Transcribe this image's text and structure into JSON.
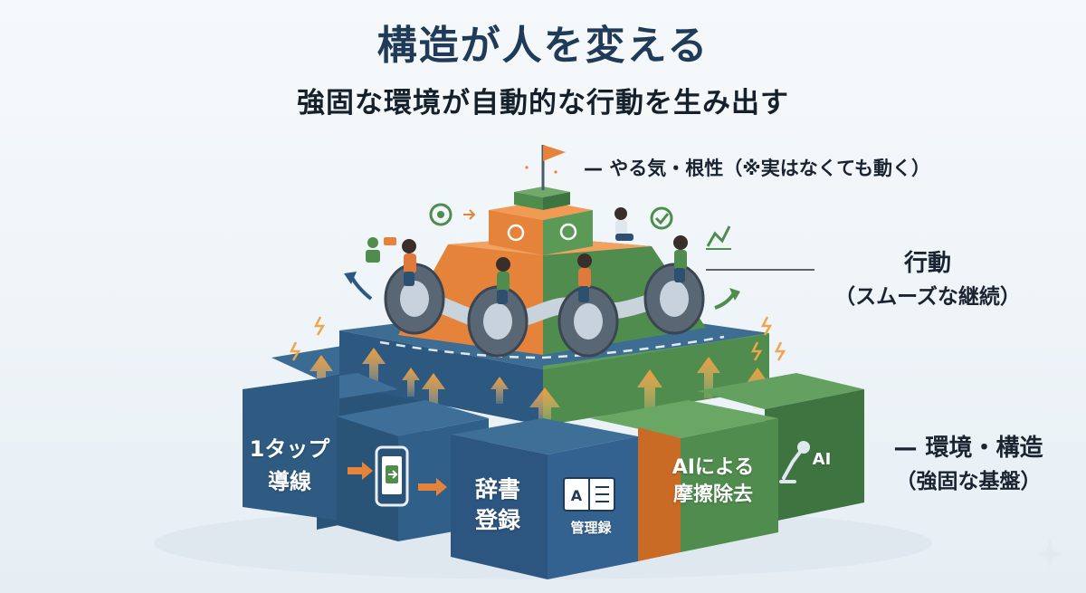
{
  "header": {
    "title": "構造が人を変える",
    "subtitle": "強固な環境が自動的な行動を生み出す"
  },
  "labels": {
    "top": "— やる気・根性（※実はなくても動く）",
    "middle_main": "行動",
    "middle_sub": "（スムーズな継続）",
    "bottom_main": "— 環境・構造",
    "bottom_sub": "（強固な基盤）"
  },
  "blocks": {
    "block1": "1タップ導線",
    "block1_line1": "1タップ",
    "block1_line2": "導線",
    "block2_line1": "辞書",
    "block2_line2": "登録",
    "block2_book": "管理録",
    "block3_line1": "AIによる",
    "block3_line2": "摩擦除去",
    "block4": "AI"
  },
  "colors": {
    "navy": "#2f5b82",
    "navy_dark": "#244a6c",
    "green": "#4f8c4d",
    "green_dark": "#3e7440",
    "orange": "#e6833a",
    "orange_dark": "#c96a25",
    "arrow": "#f0a54a"
  }
}
